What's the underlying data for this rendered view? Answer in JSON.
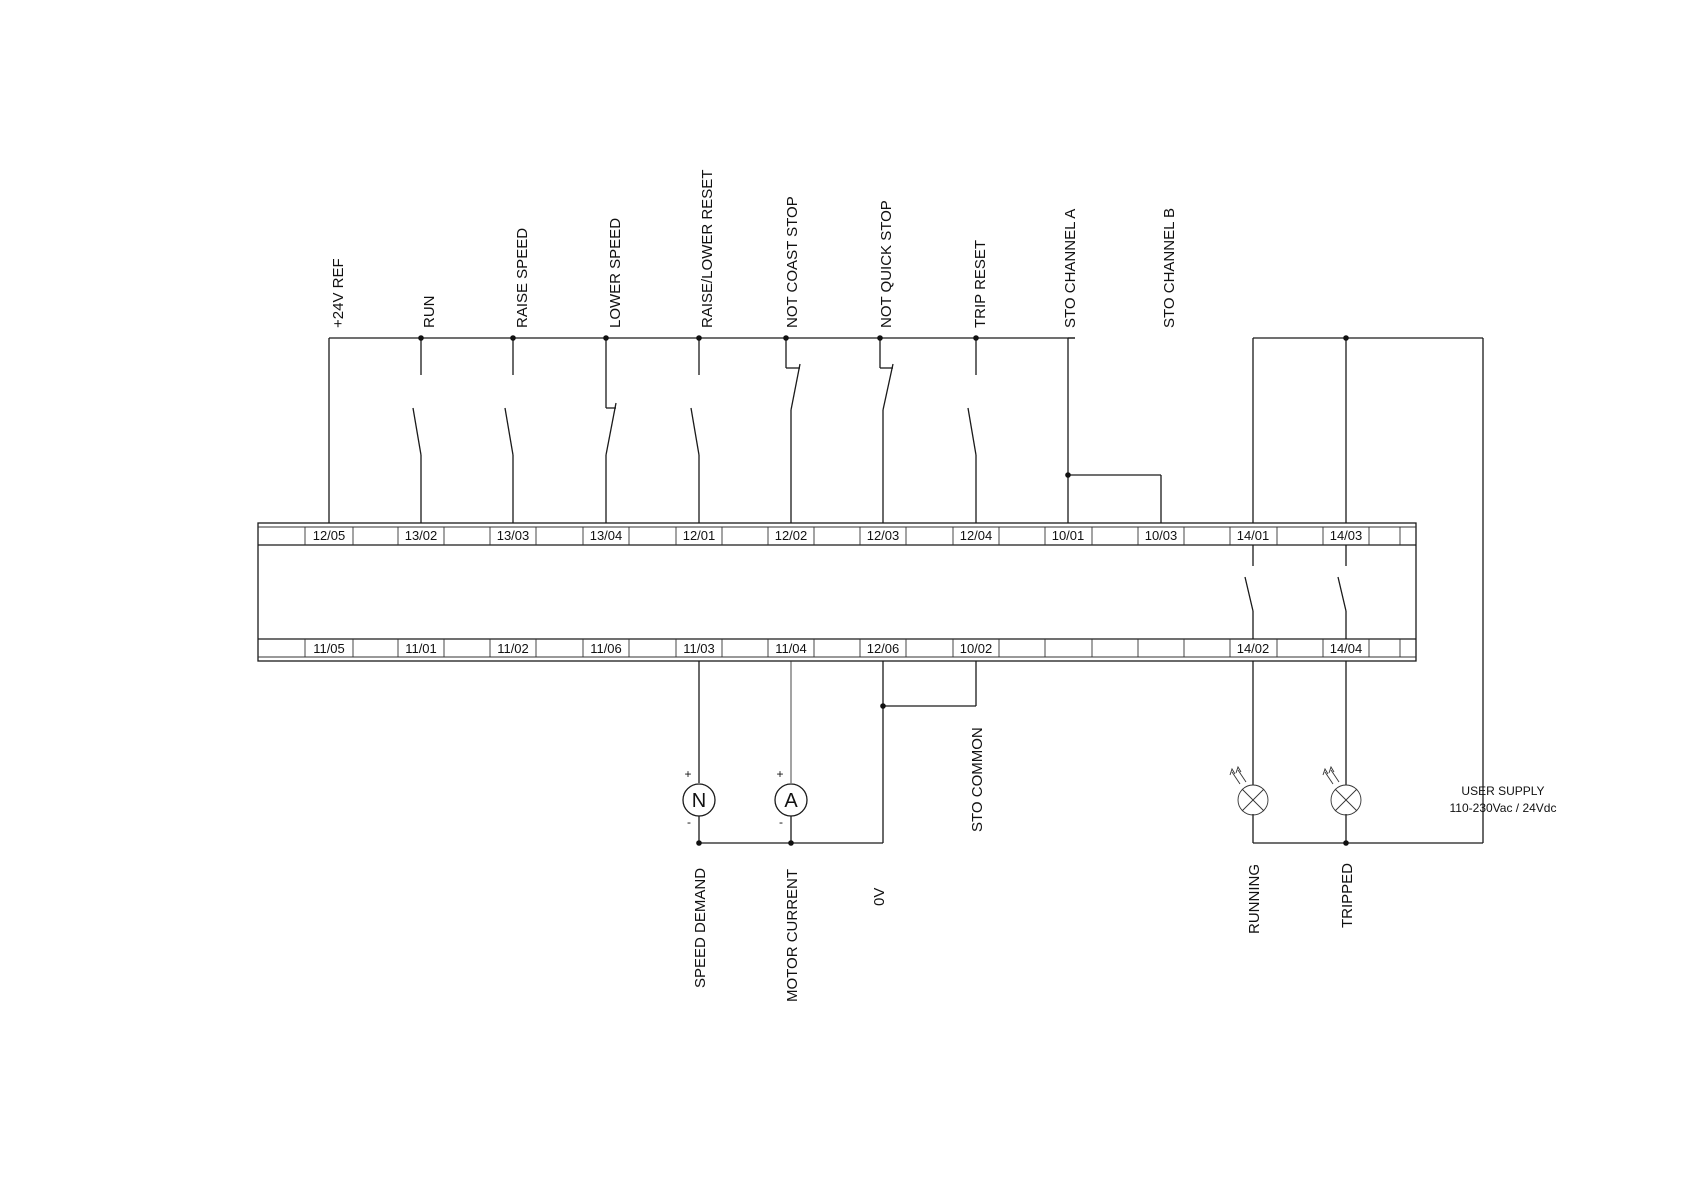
{
  "top_signals": [
    "+24V REF",
    "RUN",
    "RAISE SPEED",
    "LOWER SPEED",
    "RAISE/LOWER RESET",
    "NOT COAST STOP",
    "NOT QUICK STOP",
    "TRIP RESET",
    "STO CHANNEL A",
    "STO CHANNEL B"
  ],
  "top_terminals": [
    "12/05",
    "13/02",
    "13/03",
    "13/04",
    "12/01",
    "12/02",
    "12/03",
    "12/04",
    "10/01",
    "10/03",
    "14/01",
    "14/03"
  ],
  "bottom_terminals": [
    "11/05",
    "11/01",
    "11/02",
    "11/06",
    "11/03",
    "11/04",
    "12/06",
    "10/02",
    "",
    "",
    "14/02",
    "14/04"
  ],
  "bottom_signals": {
    "speed_demand": "SPEED DEMAND",
    "motor_current": "MOTOR CURRENT",
    "zero_volt": "0V",
    "sto_common": "STO COMMON",
    "running": "RUNNING",
    "tripped": "TRIPPED"
  },
  "meters": {
    "speed_symbol": "N",
    "current_symbol": "A",
    "plus": "+",
    "minus": "-"
  },
  "user_supply": {
    "line1": "USER SUPPLY",
    "line2": "110-230Vac / 24Vdc"
  }
}
